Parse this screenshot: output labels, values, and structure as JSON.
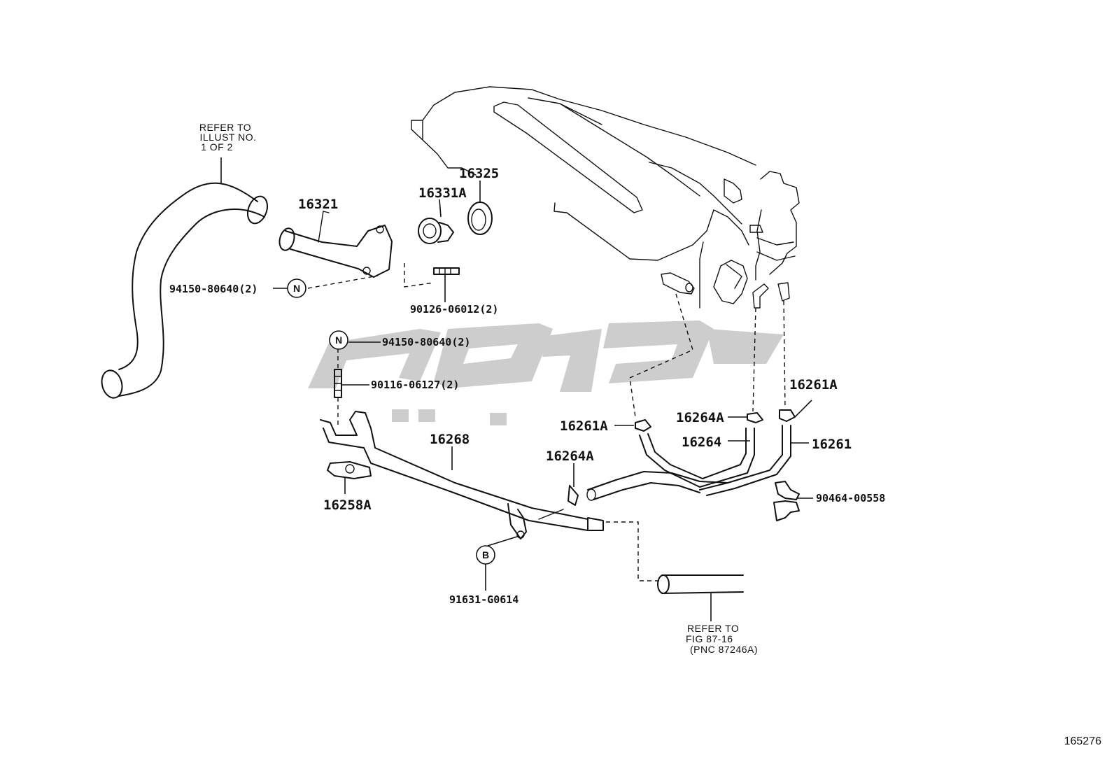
{
  "callouts": {
    "hose_ref_lines": [
      "REFER TO",
      "ILLUST NO.",
      "1 OF 2"
    ],
    "p16321": "16321",
    "p16331a": "16331A",
    "p16325": "16325",
    "p94150_top": "94150-80640(2)",
    "p90126": "90126-06012(2)",
    "p94150_mid": "94150-80640(2)",
    "p90116": "90116-06127(2)",
    "p16268": "16268",
    "p16258a": "16258A",
    "p16264a_left": "16264A",
    "p91631": "91631-G0614",
    "p16261a_left": "16261A",
    "p16264a_right": "16264A",
    "p16264": "16264",
    "p16261a_right": "16261A",
    "p16261": "16261",
    "p90464": "90464-00558",
    "fig_ref_lines": [
      "REFER TO",
      "FIG 87-16",
      "(PNC 87246A)"
    ]
  },
  "markers": {
    "n_top": "N",
    "n_mid": "N",
    "b": "B"
  },
  "figure_number": "165276",
  "colors": {
    "line": "#111111",
    "watermark": "#c8c8c8",
    "background": "#ffffff"
  }
}
